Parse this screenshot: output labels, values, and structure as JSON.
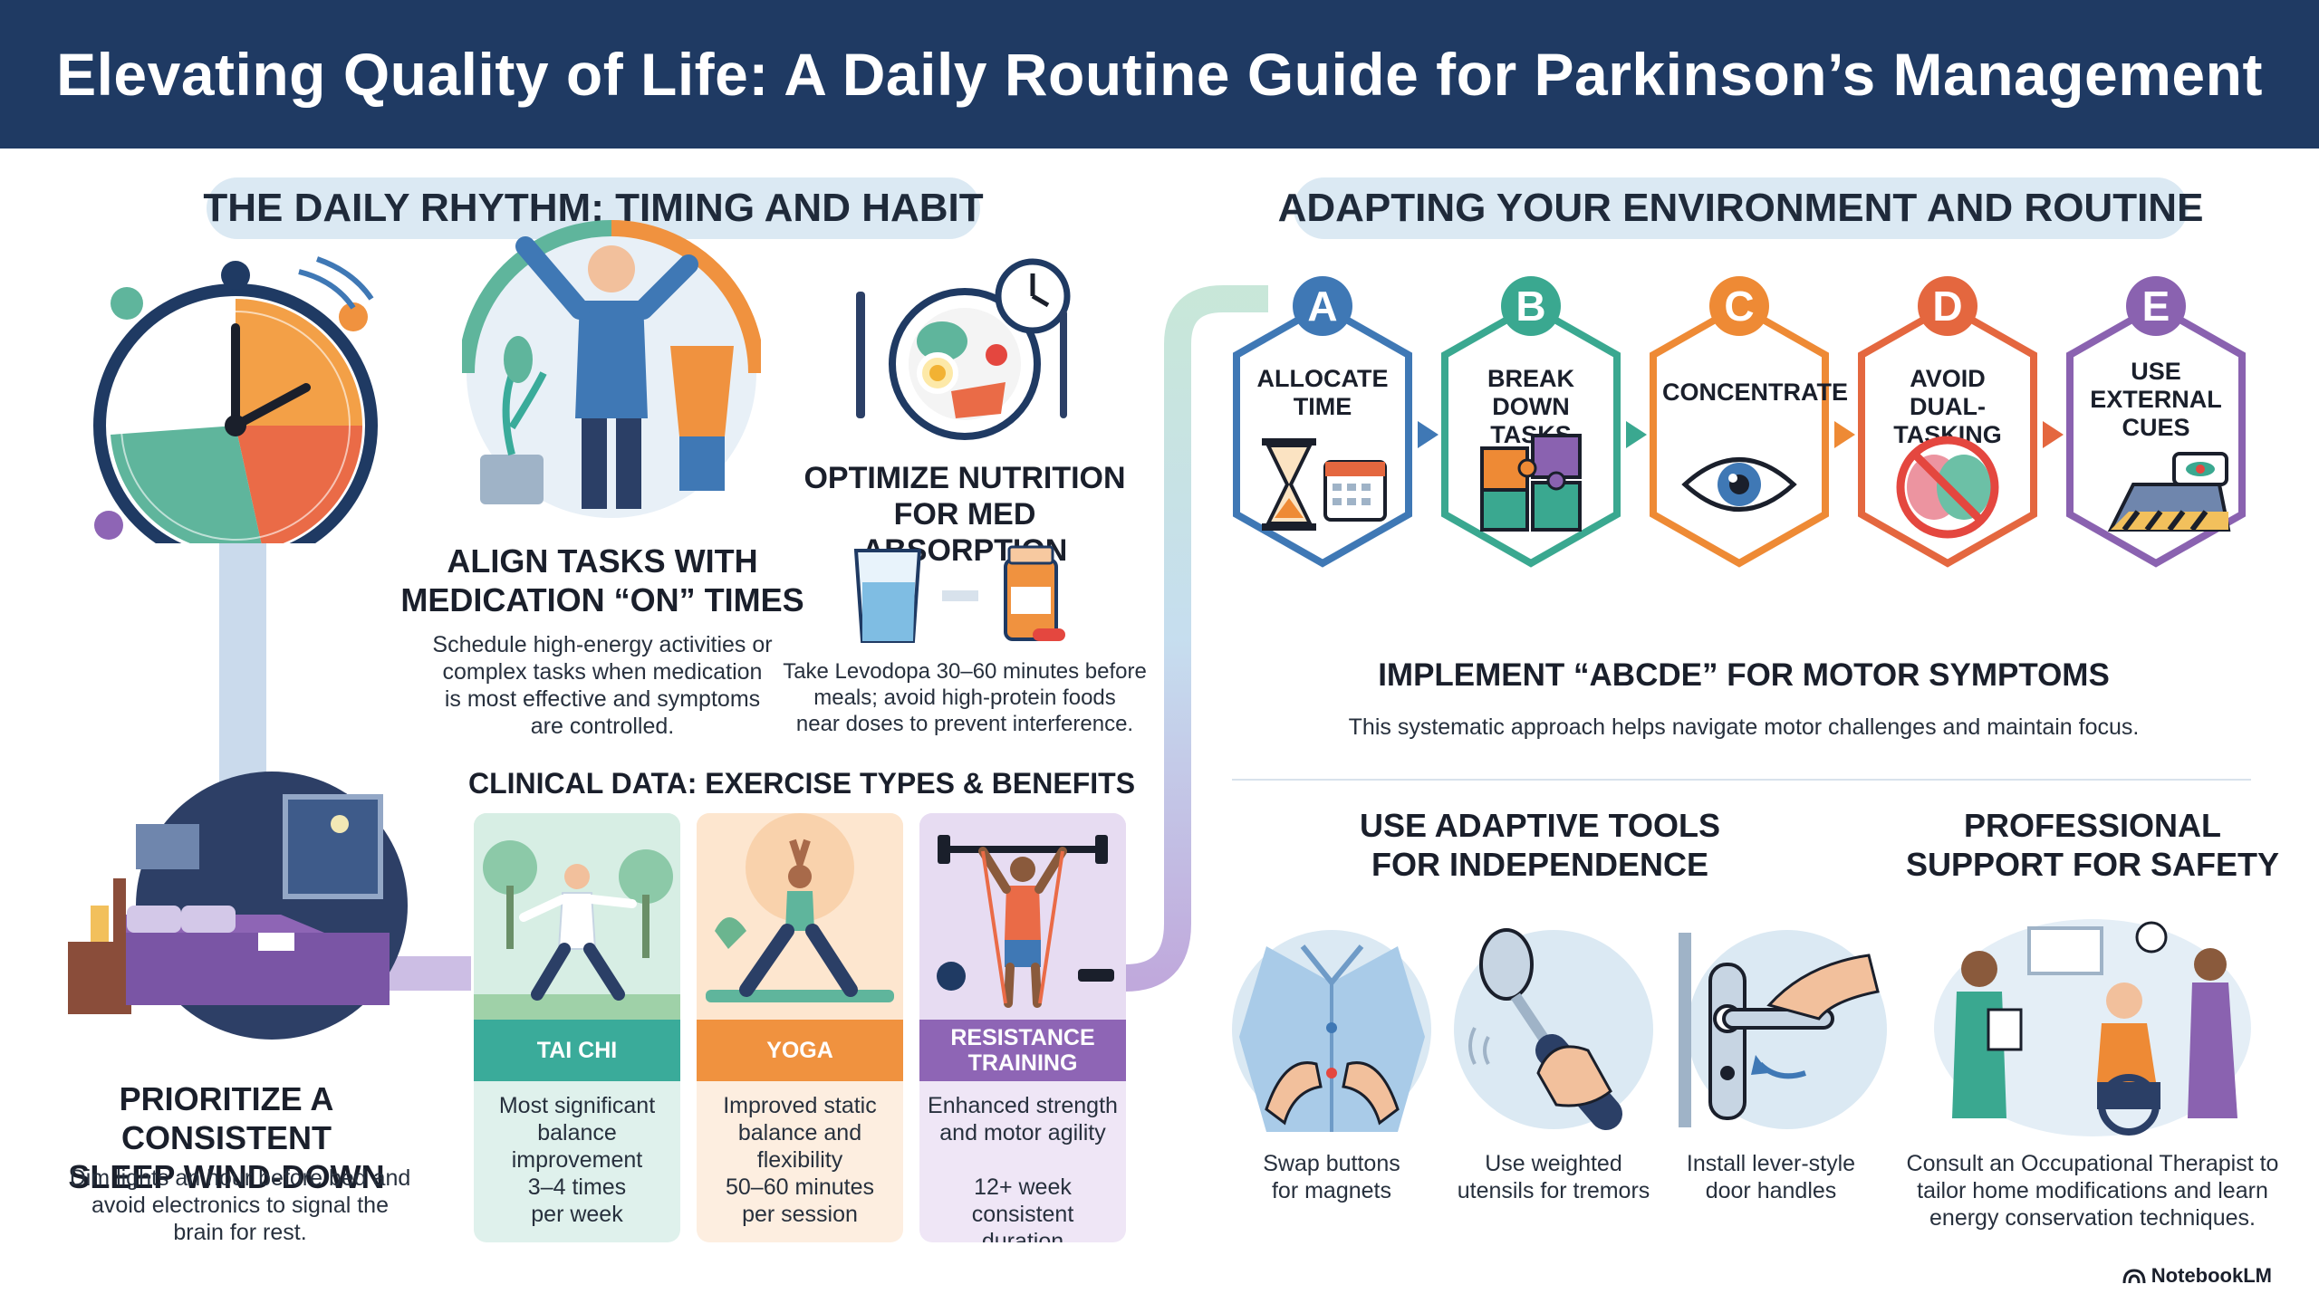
{
  "title": "Elevating Quality of Life: A Daily Routine Guide for Parkinson’s Management",
  "left_section": {
    "heading": "THE DAILY RHYTHM: TIMING AND HABIT",
    "align": {
      "title_line1": "ALIGN TASKS WITH",
      "title_line2": "MEDICATION “ON” TIMES",
      "body": [
        "Schedule high-energy activities or",
        "complex tasks when medication",
        "is most effective and symptoms",
        "are controlled."
      ]
    },
    "nutrition": {
      "title_line1": "OPTIMIZE NUTRITION",
      "title_line2": "FOR MED ABSORPTION",
      "body": [
        "Take Levodopa 30–60 minutes before",
        "meals; avoid high-protein foods",
        "near doses to prevent interference."
      ]
    },
    "sleep": {
      "title_line1": "PRIORITIZE A CONSISTENT",
      "title_line2": "SLEEP WIND-DOWN",
      "body": [
        "Dim lights an hour before bed and",
        "avoid electronics to signal the",
        "brain for rest."
      ]
    },
    "exercise": {
      "heading": "CLINICAL DATA: EXERCISE TYPES & BENEFITS",
      "cards": [
        {
          "name": "TAI CHI",
          "lines": [
            "Most significant",
            "balance",
            "improvement",
            "3–4 times",
            "per week"
          ],
          "color": "#3aab9a",
          "bg": "#dff1ec"
        },
        {
          "name": "YOGA",
          "lines": [
            "Improved static",
            "balance and",
            "flexibility",
            "50–60 minutes",
            "per session"
          ],
          "color": "#f0923f",
          "bg": "#fdeee0"
        },
        {
          "name_line1": "RESISTANCE",
          "name_line2": "TRAINING",
          "lines": [
            "Enhanced strength",
            "and motor agility",
            "",
            "12+ week consistent",
            "duration"
          ],
          "color": "#8e65b5",
          "bg": "#efe6f6"
        }
      ]
    }
  },
  "right_section": {
    "heading": "ADAPTING YOUR ENVIRONMENT AND ROUTINE",
    "steps": [
      {
        "letter": "A",
        "label": [
          "ALLOCATE",
          "TIME"
        ],
        "color": "#3f78b5",
        "icon": "hourglass-calendar-icon"
      },
      {
        "letter": "B",
        "label": [
          "BREAK DOWN",
          "TASKS"
        ],
        "color": "#3aa890",
        "icon": "puzzle-icon"
      },
      {
        "letter": "C",
        "label": [
          "CONCENTRATE"
        ],
        "color": "#ee8a35",
        "icon": "eye-icon"
      },
      {
        "letter": "D",
        "label": [
          "AVOID",
          "DUAL-TASKING"
        ],
        "color": "#e4673f",
        "icon": "brain-prohibited-icon"
      },
      {
        "letter": "E",
        "label": [
          "USE",
          "EXTERNAL",
          "CUES"
        ],
        "color": "#8a62b0",
        "icon": "floor-cue-icon"
      }
    ],
    "abcde_title": "IMPLEMENT “ABCDE” FOR MOTOR SYMPTOMS",
    "abcde_body": "This systematic approach helps navigate motor challenges and maintain focus.",
    "tools": {
      "title_line1": "USE ADAPTIVE TOOLS",
      "title_line2": "FOR INDEPENDENCE",
      "items": [
        {
          "line1": "Swap buttons",
          "line2": "for magnets",
          "icon": "magnet-button-shirt-icon"
        },
        {
          "line1": "Use weighted",
          "line2": "utensils for tremors",
          "icon": "weighted-spoon-icon"
        },
        {
          "line1": "Install lever-style",
          "line2": "door handles",
          "icon": "lever-door-handle-icon"
        }
      ]
    },
    "support": {
      "title_line1": "PROFESSIONAL",
      "title_line2": "SUPPORT FOR SAFETY",
      "body": [
        "Consult an Occupational Therapist to",
        "tailor home modifications and learn",
        "energy conservation techniques."
      ]
    }
  },
  "brand": "NotebookLM",
  "colors": {
    "header": "#1f3a63",
    "pill": "#dbe9f3",
    "blue": "#3f78b5",
    "teal": "#3aa890",
    "orange": "#ee8a35",
    "red": "#e4673f",
    "purple": "#8a62b0"
  }
}
